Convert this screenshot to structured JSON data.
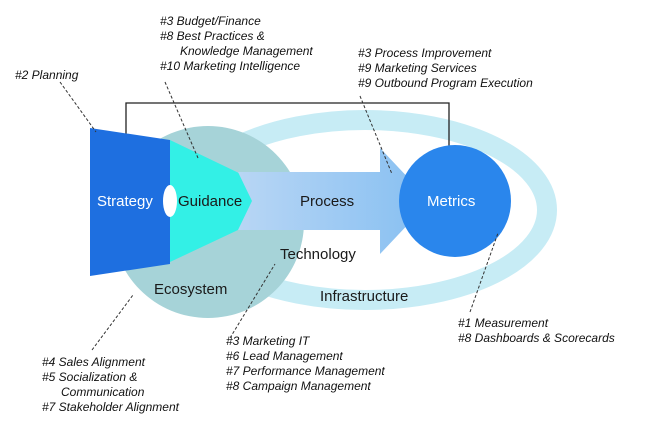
{
  "shapes": {
    "strategy": "Strategy",
    "guidance": "Guidance",
    "process": "Process",
    "metrics": "Metrics",
    "technology": "Technology",
    "ecosystem": "Ecosystem",
    "infrastructure": "Infrastructure"
  },
  "callouts": {
    "planning": [
      "#2 Planning"
    ],
    "guidance": [
      "#3 Budget/Finance",
      "#8 Best Practices &",
      "Knowledge Management",
      "#10 Marketing Intelligence"
    ],
    "process": [
      "#3 Process Improvement",
      "#9 Marketing Services",
      "#9 Outbound Program Execution"
    ],
    "ecosystem": [
      "#4 Sales Alignment",
      "#5 Socialization &",
      "Communication",
      "#7 Stakeholder Alignment"
    ],
    "technology": [
      "#3 Marketing IT",
      "#6 Lead Management",
      "#7 Performance Management",
      "#8 Campaign Management"
    ],
    "metrics": [
      "#1 Measurement",
      "#8 Dashboards & Scorecards"
    ]
  },
  "colors": {
    "strategy": "#1e6fe0",
    "guidance": "#33f0e6",
    "process": "#8fc0f0",
    "metrics": "#2a86ec",
    "ecosystem": "#9fcfd4",
    "infrastructure": "#bde8f2"
  }
}
